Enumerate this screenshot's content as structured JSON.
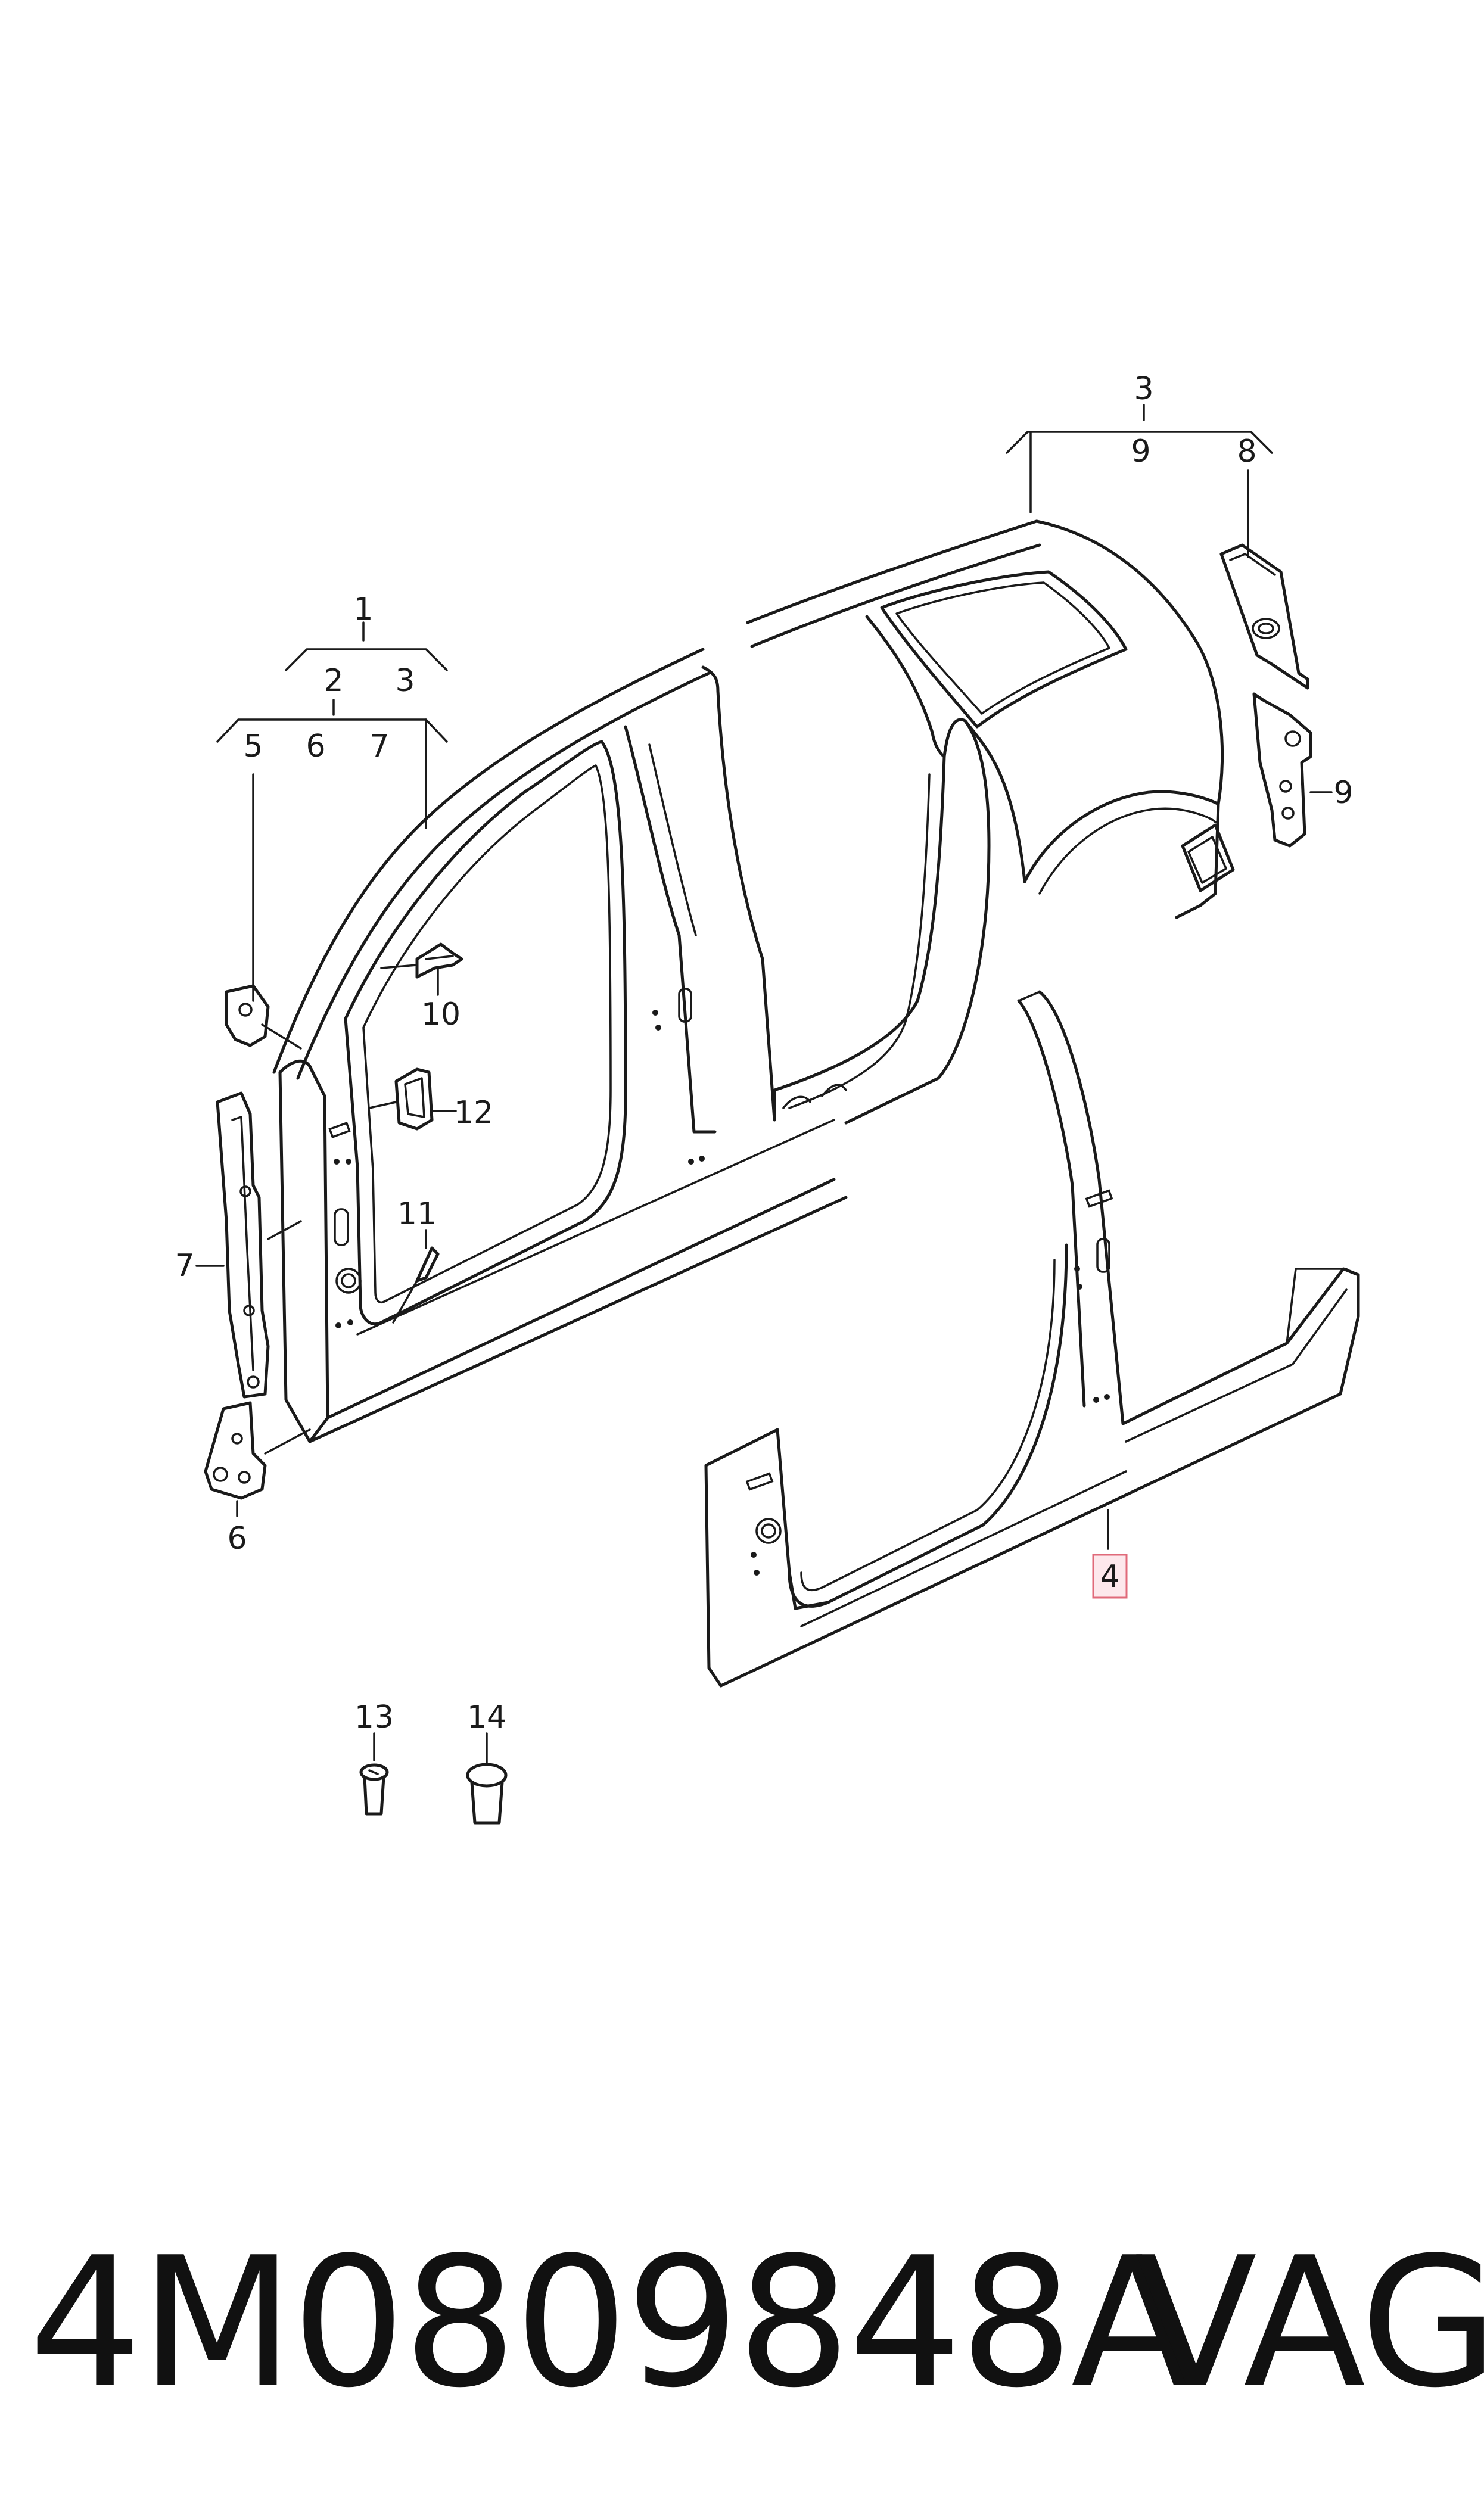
{
  "callouts": {
    "c1": "1",
    "c2": "2",
    "c3a": "3",
    "c5": "5",
    "c6a": "6",
    "c7a": "7",
    "c3b": "3",
    "c9a": "9",
    "c8": "8",
    "c9b": "9",
    "c10": "10",
    "c12": "12",
    "c11": "11",
    "c7b": "7",
    "c6b": "6",
    "c4": "4",
    "c13": "13",
    "c14": "14"
  },
  "footer": {
    "part_number": "4M0809848A",
    "brand": "VAG"
  },
  "colors": {
    "line": "#1a1a1a",
    "highlight_fill": "#fde8ec",
    "highlight_border": "#e06a7a"
  }
}
